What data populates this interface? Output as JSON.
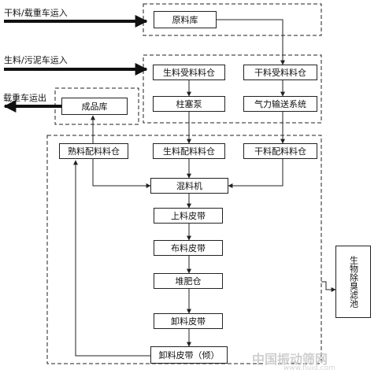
{
  "labels": {
    "dry_in": "干料/载重车运入",
    "wet_in": "生料/污泥车运入",
    "out": "载重车运出"
  },
  "nodes": {
    "raw_store": "原料库",
    "wet_receive_bin": "生料受料料仓",
    "dry_receive_bin": "干料受料料仓",
    "plunger_pump": "柱塞泵",
    "pneumatic": "气力输送系统",
    "product_store": "成品库",
    "cooked_mix_bin": "熟料配料料仓",
    "wet_mix_bin": "生料配料料仓",
    "dry_mix_bin": "干料配料料仓",
    "mixer": "混料机",
    "feed_belt": "上料皮带",
    "spread_belt": "布料皮带",
    "compost_bin": "堆肥仓",
    "discharge_belt": "卸料皮带",
    "discharge_belt_incline": "卸料皮带（倾）",
    "biofilter": "生物除臭滤池"
  },
  "watermark": {
    "text": "中国振动筛网",
    "url": "www.fluid.com"
  },
  "colors": {
    "line": "#222222",
    "background": "#ffffff"
  }
}
